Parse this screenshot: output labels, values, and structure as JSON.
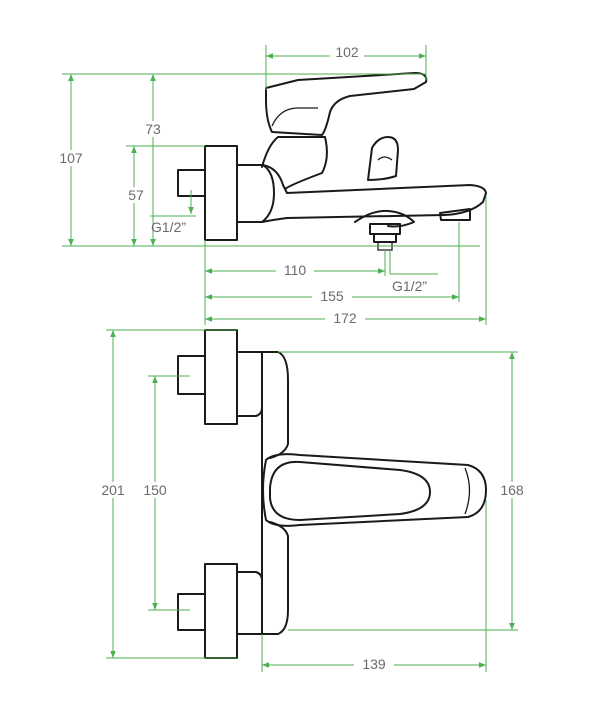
{
  "colors": {
    "dimension": "#4caf50",
    "outline": "#1a1a1a",
    "text": "#6b6b6b",
    "background": "#ffffff"
  },
  "side_view": {
    "dim_102": "102",
    "dim_73": "73",
    "dim_107": "107",
    "dim_57": "57",
    "thread_left": "G1/2”",
    "dim_110": "110",
    "thread_bottom": "G1/2”",
    "dim_155": "155",
    "dim_172": "172"
  },
  "top_view": {
    "dim_201": "201",
    "dim_150": "150",
    "dim_168": "168",
    "dim_139": "139"
  }
}
